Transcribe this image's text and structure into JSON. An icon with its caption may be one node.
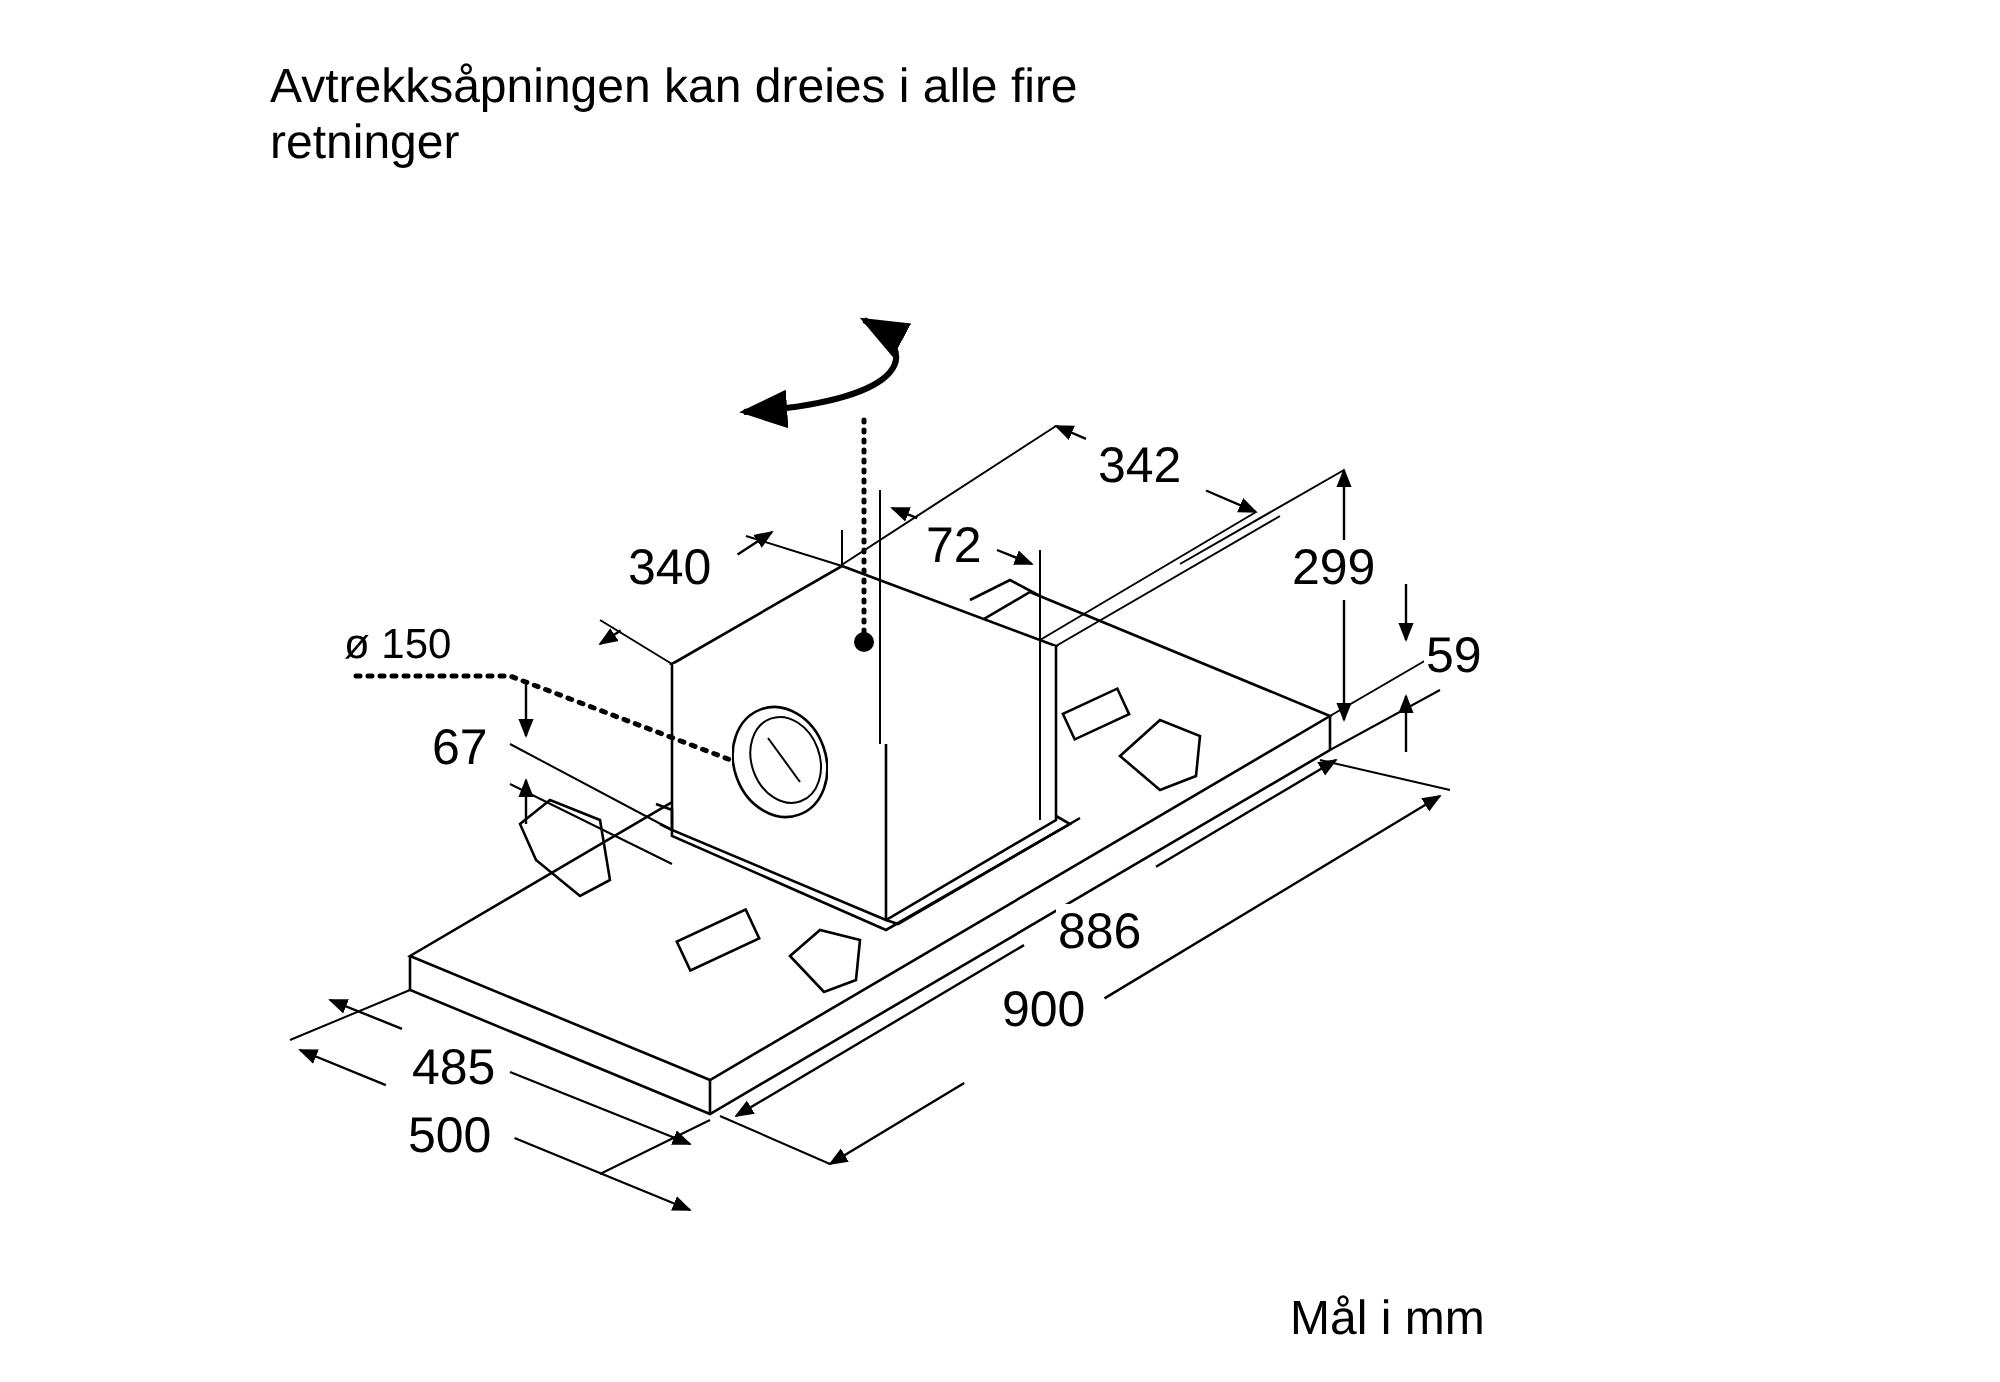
{
  "diagram": {
    "title": "Avtrekksåpningen kan dreies i alle fire retninger",
    "caption": "Mål i mm",
    "nodes": [
      {
        "text": [
          "ø 150"
        ]
      },
      {
        "text": [],
        "shape": "circle"
      }
    ],
    "edges": [
      {
        "from": 0,
        "to": 1,
        "arrow": "none",
        "style": "dashed"
      }
    ],
    "labels": [
      "342",
      "72",
      "340",
      "299",
      "59",
      "67",
      "886",
      "900",
      "485",
      "500"
    ]
  }
}
